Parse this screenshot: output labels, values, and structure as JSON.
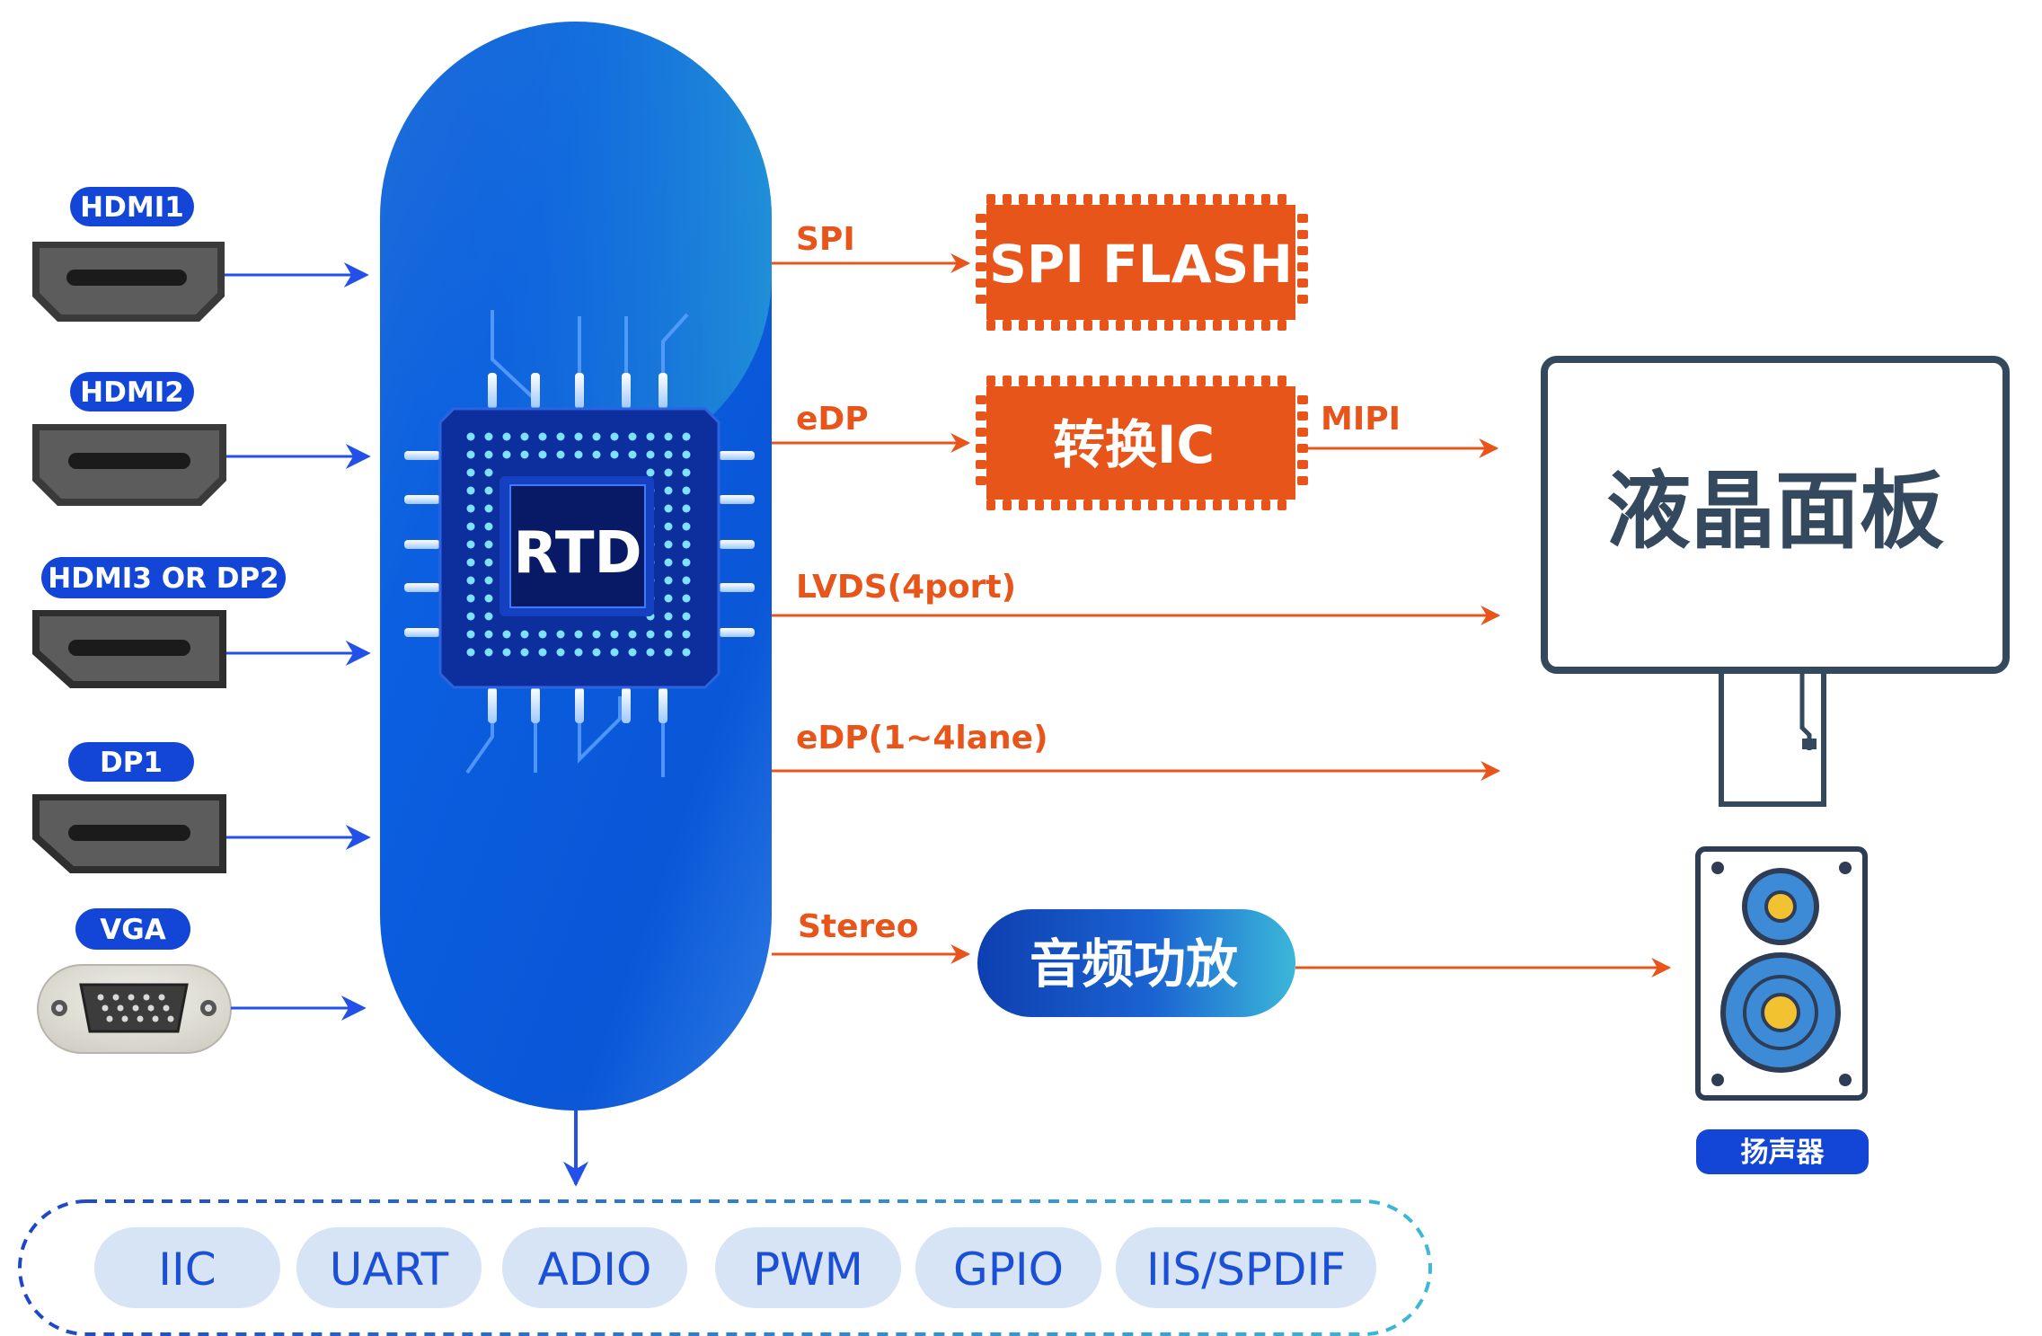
{
  "chip": {
    "label": "RTD"
  },
  "inputs": [
    {
      "label": "HDMI1",
      "type": "hdmi"
    },
    {
      "label": "HDMI2",
      "type": "hdmi"
    },
    {
      "label": "HDMI3 OR DP2",
      "type": "dp"
    },
    {
      "label": "DP1",
      "type": "dp"
    },
    {
      "label": "VGA",
      "type": "vga"
    }
  ],
  "outputs": {
    "spi": {
      "signal": "SPI",
      "target": "SPI FLASH"
    },
    "edp": {
      "signal": "eDP",
      "target": "转换IC",
      "out_signal": "MIPI"
    },
    "lvds": {
      "signal": "LVDS(4port)"
    },
    "edp_lane": {
      "signal": "eDP(1~4lane)"
    },
    "stereo": {
      "signal": "Stereo",
      "target": "音频功放"
    }
  },
  "panel": {
    "label": "液晶面板"
  },
  "speaker": {
    "label": "扬声器"
  },
  "peripherals": [
    "IIC",
    "UART",
    "ADIO",
    "PWM",
    "GPIO",
    "IIS/SPDIF"
  ],
  "colors": {
    "input_arrow": "#2250e8",
    "output_arrow": "#e8551b",
    "pill": "#1346d6",
    "panel_border": "#34485e"
  }
}
